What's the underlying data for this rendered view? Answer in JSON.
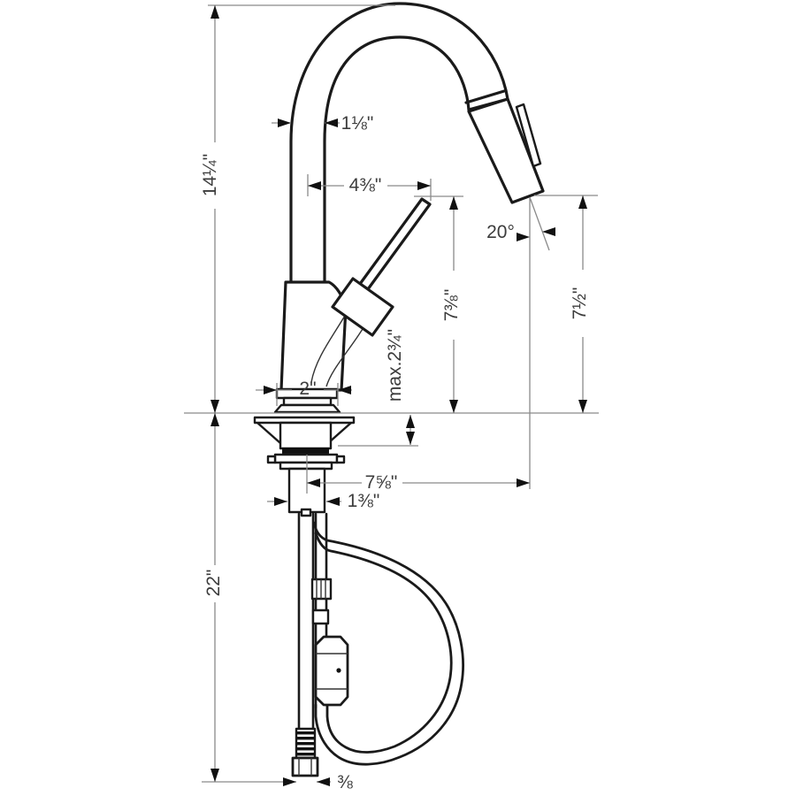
{
  "drawing": {
    "title": "Pull-down kitchen faucet installation dimension diagram",
    "labels": {
      "spout_height": "14¼\"",
      "tube_diameter": "1⅛\"",
      "handle_reach": "4⅜\"",
      "spray_angle": "20°",
      "handle_tip_height": "7⅜\"",
      "outlet_height": "7½\"",
      "max_deck_thickness": "max.2¾\"",
      "base_diameter": "2\"",
      "outlet_reach": "7⅝\"",
      "shank_diameter": "1⅜\"",
      "hose_length": "22\"",
      "supply_connector": "⅜"
    },
    "colors": {
      "background": "#ffffff",
      "faucet_outline": "#1a1a1a",
      "dimension_line": "#8a8a8a",
      "arrowhead": "#111111",
      "label_text": "#3c3c3c"
    }
  }
}
